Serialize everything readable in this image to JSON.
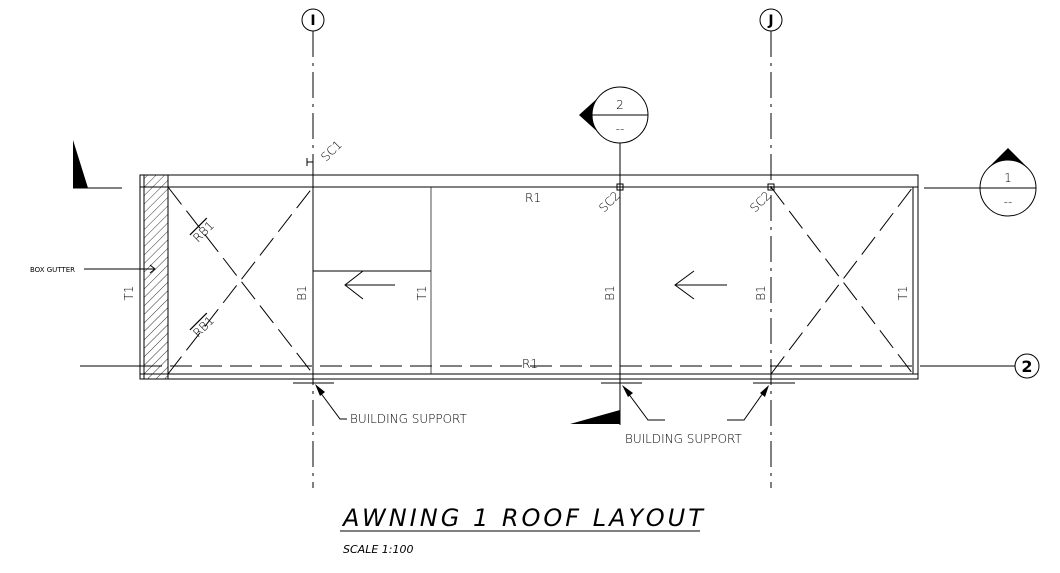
{
  "drawing": {
    "title": "AWNING 1 ROOF LAYOUT",
    "scale": "SCALE 1:100",
    "grid_lines": {
      "vertical_1": "I",
      "vertical_2": "J",
      "horizontal": "2"
    },
    "section_markers": [
      {
        "number": "2",
        "sheet": "--"
      },
      {
        "number": "1",
        "sheet": "--"
      }
    ],
    "labels": {
      "box_gutter": "BOX GUTTER",
      "building_support_1": "BUILDING SUPPORT",
      "building_support_2": "BUILDING SUPPORT",
      "sc1": "SC1",
      "sc2_a": "SC2",
      "sc2_b": "SC2",
      "r1_top": "R1",
      "r1_bottom": "R1",
      "rb1_top": "RB1",
      "rb1_bottom": "RB1",
      "t1_left": "T1",
      "b1_1": "B1",
      "t1_mid": "T1",
      "b1_2": "B1",
      "b1_3": "B1",
      "t1_right": "T1"
    }
  }
}
